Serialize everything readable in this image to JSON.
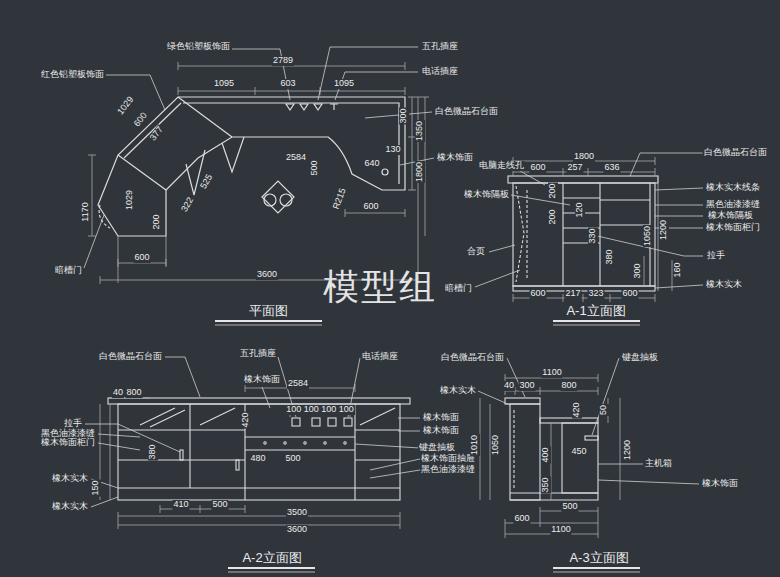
{
  "diagram": {
    "labels": [
      "绿色铝塑板饰面",
      "五孔插座",
      "2789",
      "红色铝塑板饰面",
      "电话插座",
      "1095",
      "603",
      "1095",
      "1029",
      "600",
      "377",
      "300",
      "白色微晶石台面",
      "1350",
      "2584",
      "640",
      "130",
      "500",
      "橡木饰面",
      "电脑走线孔",
      "1800",
      "1170",
      "1029",
      "525",
      "322",
      "R215",
      "600",
      "200",
      "暗槽门",
      "600",
      "3600",
      "平面图",
      "模型组",
      "白色微晶石台面",
      "1800",
      "600",
      "257",
      "636",
      "橡木饰隔板",
      "橡木实木线条",
      "黑色油漆漆缝",
      "橡木饰隔板",
      "橡木饰面柜门",
      "200",
      "200",
      "120",
      "330",
      "380",
      "1050",
      "1200",
      "合页",
      "拉手",
      "300",
      "160",
      "橡木实木",
      "暗槽门",
      "600",
      "217",
      "323",
      "600",
      "A-1立面图",
      "白色微晶石台面",
      "五孔插座",
      "电话插座",
      "橡木饰面",
      "2584",
      "40",
      "800",
      "100 100 100 100",
      "420",
      "拉手",
      "黑色油漆漆缝",
      "橡木饰面柜门",
      "橡木饰面",
      "橡木饰面",
      "键盘抽板",
      "橡木饰面抽屉",
      "黑色油漆漆缝",
      "380",
      "480",
      "500",
      "橡木实木",
      "150",
      "橡木实木",
      "410",
      "500",
      "3500",
      "3600",
      "A-2立面图",
      "白色微晶石台面",
      "键盘抽板",
      "1100",
      "40",
      "300",
      "800",
      "橡木实木",
      "50",
      "1010",
      "1050",
      "420",
      "450",
      "400",
      "1200",
      "主机箱",
      "350",
      "橡木饰面",
      "500",
      "600",
      "1100",
      "A-3立面图"
    ]
  }
}
